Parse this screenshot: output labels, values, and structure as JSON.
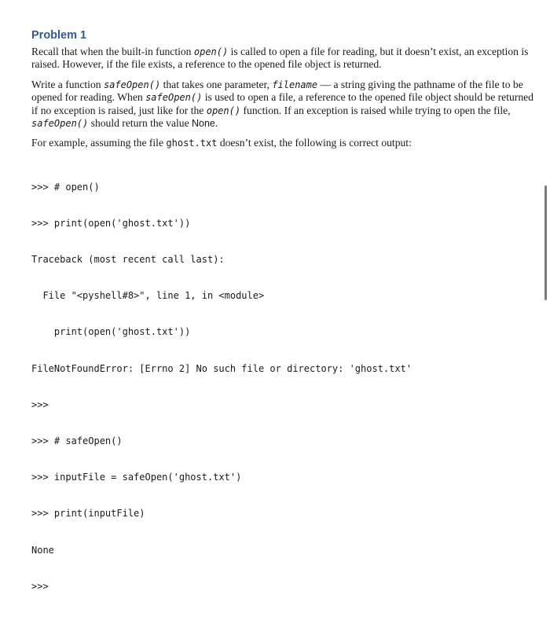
{
  "problem": {
    "title": "Problem 1",
    "p1": {
      "a": "Recall that when the built-in function ",
      "open_fn": "open()",
      "b": " is called to open a file for reading, but it doesn’t exist, an exception is raised. However, if the file exists, a reference to the opened file object is returned."
    },
    "p2": {
      "a": "Write a function ",
      "safe_fn": "safeOpen()",
      "b": " that takes one parameter, ",
      "param": "filename",
      "c": " — a string giving the pathname of the file to be opened for reading. When ",
      "safe_fn2": "safeOpen()",
      "d": " is used to open a file, a reference to the opened file object should be returned if no exception is raised, just like for the ",
      "open_fn": "open()",
      "e": " function. If an exception is raised while trying to open the file, ",
      "safe_fn3": "safeOpen()",
      "f": " should return the value ",
      "none": "None",
      "g": "."
    },
    "p3": {
      "a": "For example, assuming the file ",
      "file": "ghost.txt",
      "b": " doesn’t exist, the following is correct output:"
    },
    "code_lines": [
      ">>> # open()",
      ">>> print(open('ghost.txt'))",
      "Traceback (most recent call last):",
      "  File \"<pyshell#8>\", line 1, in <module>",
      "    print(open('ghost.txt'))",
      "FileNotFoundError: [Errno 2] No such file or directory: 'ghost.txt'",
      ">>>",
      ">>> # safeOpen()",
      ">>> inputFile = safeOpen('ghost.txt')",
      ">>> print(inputFile)",
      "None",
      ">>>"
    ]
  }
}
